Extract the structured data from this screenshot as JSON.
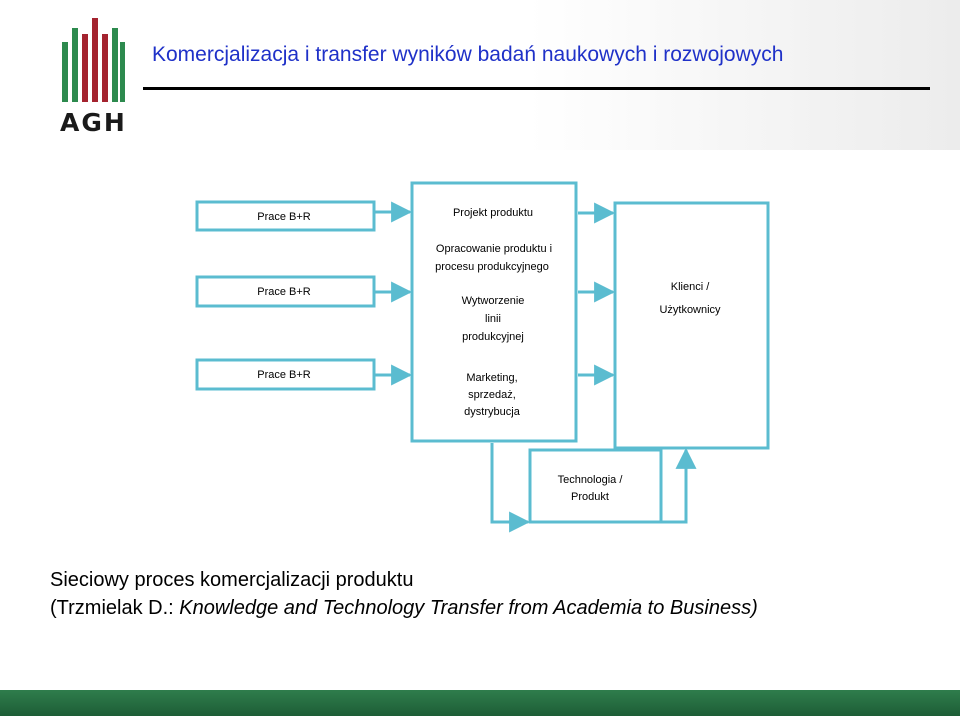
{
  "header": {
    "title": "Komercjalizacja i transfer wyników badań naukowych i rozwojowych",
    "logo_text": "AGH",
    "logo_colors": {
      "green": "#2d8a4e",
      "red": "#a4232f",
      "gray": "#555555"
    }
  },
  "diagram": {
    "box_color": "#5bbcd0",
    "inputs": [
      "Prace B+R",
      "Prace B+R",
      "Prace B+R"
    ],
    "process_steps": [
      [
        "Projekt produktu"
      ],
      [
        "Opracowanie produktu i",
        "procesu produkcyjnego"
      ],
      [
        "Wytworzenie",
        "linii",
        "produkcyjnej"
      ],
      [
        "Marketing,",
        "sprzedaż,",
        "dystrybucja"
      ]
    ],
    "customers": [
      "Klienci /",
      "Użytkownicy"
    ],
    "output": [
      "Technologia /",
      "Produkt"
    ]
  },
  "caption": {
    "line1": "Sieciowy proces komercjalizacji produktu",
    "line2_prefix": "(Trzmielak D.: ",
    "line2_italic": "Knowledge and Technology Transfer from Academia to Business)"
  },
  "footer": {
    "color": "#2f7d4c"
  }
}
